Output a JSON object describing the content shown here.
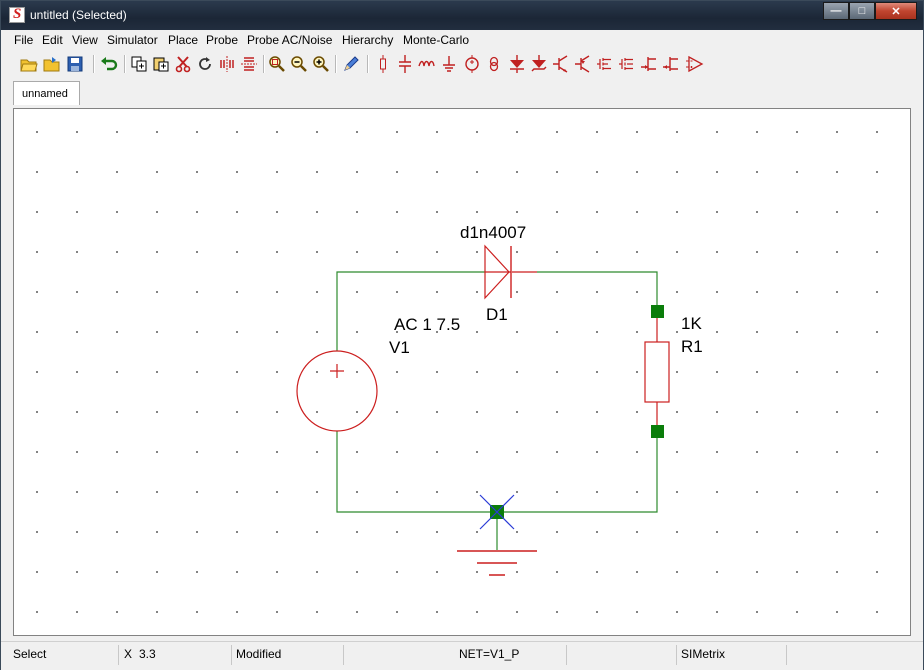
{
  "window": {
    "title": "untitled (Selected)",
    "controls": {
      "minimize": "—",
      "maximize": "□",
      "close": "✕"
    }
  },
  "menu": [
    "File",
    "Edit",
    "View",
    "Simulator",
    "Place",
    "Probe",
    "Probe AC/Noise",
    "Hierarchy",
    "Monte-Carlo"
  ],
  "toolbar_icons": [
    "open-folder-icon",
    "open-icon",
    "save-icon",
    "undo-icon",
    "copy-icon",
    "paste-icon",
    "cut-icon",
    "rotate-icon",
    "mirror-icon",
    "flip-icon",
    "zoom-fit-icon",
    "zoom-out-icon",
    "zoom-in-icon",
    "pencil-icon",
    "resistor-icon",
    "capacitor-icon",
    "inductor-icon",
    "ground-icon",
    "voltage-source-icon",
    "current-source-icon",
    "diode-icon",
    "zener-icon",
    "npn-icon",
    "pnp-icon",
    "nmos-icon",
    "pmos-icon",
    "njfet-icon",
    "pjfet-icon",
    "opamp-icon"
  ],
  "tab": {
    "label": "unnamed"
  },
  "schematic": {
    "diode": {
      "model": "d1n4007",
      "ref": "D1"
    },
    "source": {
      "value": "AC 1 7.5",
      "ref": "V1"
    },
    "resistor": {
      "value": "1K",
      "ref": "R1"
    },
    "colors": {
      "wire": "#2e8b2e",
      "symbol": "#cc1f1f",
      "pin": "#0a7d0a",
      "selection": "#2a3bd6"
    }
  },
  "status": {
    "mode": "Select",
    "coord_label": "X",
    "coord_value": "3.3",
    "state": "Modified",
    "net": "NET=V1_P",
    "app": "SIMetrix"
  }
}
